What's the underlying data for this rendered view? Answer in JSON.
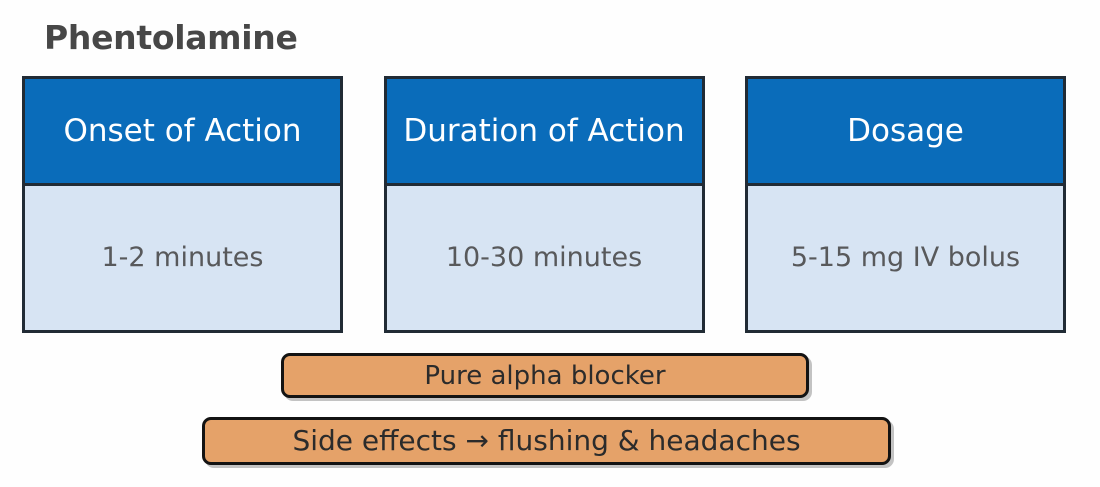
{
  "title": "Phentolamine",
  "theme": {
    "header_blue": "#0a6cba",
    "body_blue": "#d7e4f3",
    "outline": "#212b35",
    "pill_orange": "#e5a269",
    "pill_outline": "#131313",
    "title_gray": "#474747",
    "body_text_gray": "#58595b",
    "background": "#fefefe"
  },
  "cards": [
    {
      "header": "Onset of Action",
      "value": "1-2 minutes",
      "name": "onset-of-action"
    },
    {
      "header": "Duration of Action",
      "value": "10-30 minutes",
      "name": "duration-of-action"
    },
    {
      "header": "Dosage",
      "value": "5-15 mg IV bolus",
      "name": "dosage"
    }
  ],
  "pills": [
    {
      "label": "Pure alpha blocker",
      "name": "pure-alpha-blocker"
    },
    {
      "label": "Side effects → flushing & headaches",
      "name": "side-effects"
    }
  ]
}
